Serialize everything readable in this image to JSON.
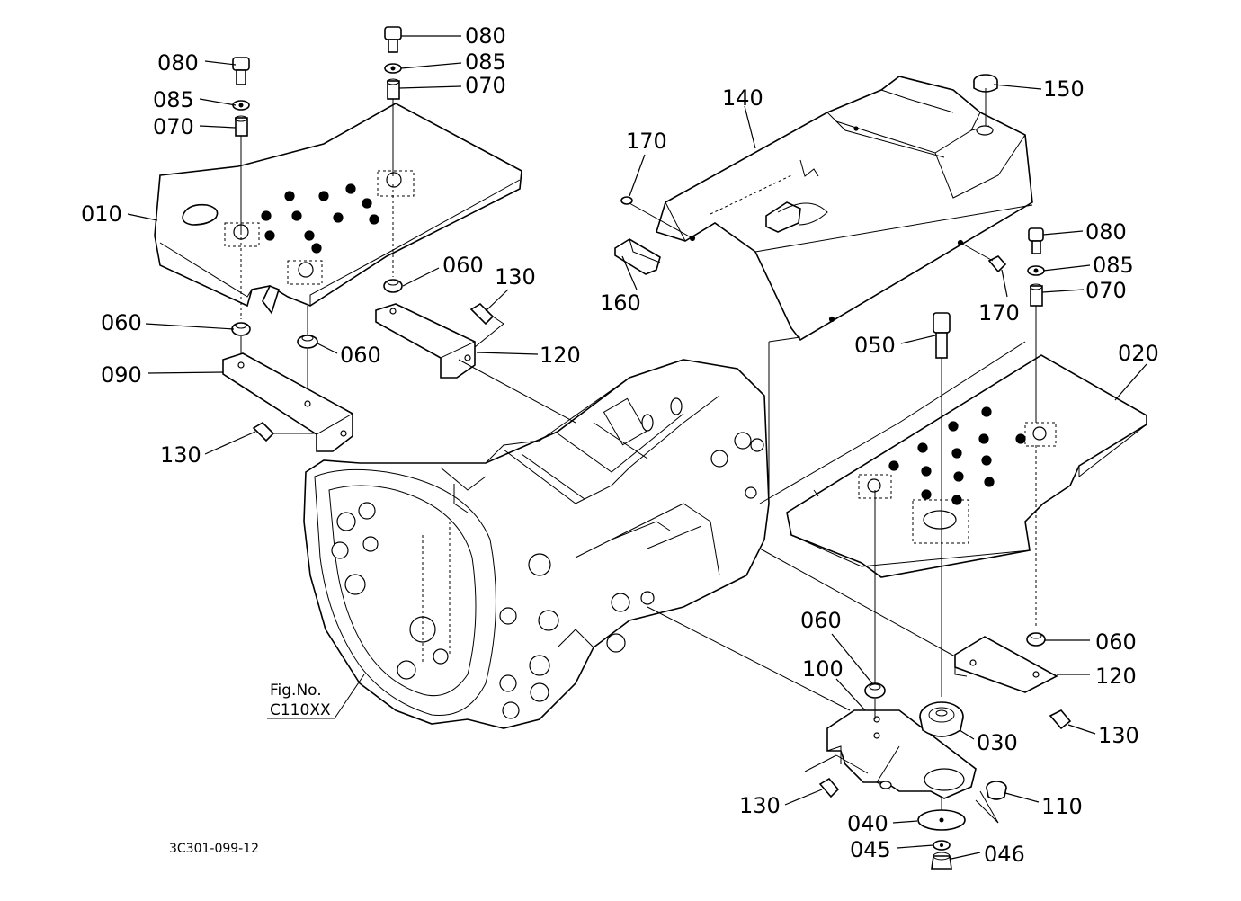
{
  "callouts": [
    {
      "id": "c-080-a",
      "text": "080"
    },
    {
      "id": "c-085-a",
      "text": "085"
    },
    {
      "id": "c-070-a",
      "text": "070"
    },
    {
      "id": "c-080-b",
      "text": "080"
    },
    {
      "id": "c-085-b",
      "text": "085"
    },
    {
      "id": "c-070-b",
      "text": "070"
    },
    {
      "id": "c-010",
      "text": "010"
    },
    {
      "id": "c-060-a",
      "text": "060"
    },
    {
      "id": "c-130-a",
      "text": "130"
    },
    {
      "id": "c-060-b",
      "text": "060"
    },
    {
      "id": "c-060-c",
      "text": "060"
    },
    {
      "id": "c-120-a",
      "text": "120"
    },
    {
      "id": "c-090",
      "text": "090"
    },
    {
      "id": "c-130-b",
      "text": "130"
    },
    {
      "id": "c-140",
      "text": "140"
    },
    {
      "id": "c-150",
      "text": "150"
    },
    {
      "id": "c-170-a",
      "text": "170"
    },
    {
      "id": "c-160",
      "text": "160"
    },
    {
      "id": "c-170-b",
      "text": "170"
    },
    {
      "id": "c-080-c",
      "text": "080"
    },
    {
      "id": "c-085-c",
      "text": "085"
    },
    {
      "id": "c-070-c",
      "text": "070"
    },
    {
      "id": "c-050",
      "text": "050"
    },
    {
      "id": "c-020",
      "text": "020"
    },
    {
      "id": "c-060-d",
      "text": "060"
    },
    {
      "id": "c-060-e",
      "text": "060"
    },
    {
      "id": "c-100",
      "text": "100"
    },
    {
      "id": "c-120-b",
      "text": "120"
    },
    {
      "id": "c-030",
      "text": "030"
    },
    {
      "id": "c-130-c",
      "text": "130"
    },
    {
      "id": "c-130-d",
      "text": "130"
    },
    {
      "id": "c-110",
      "text": "110"
    },
    {
      "id": "c-040",
      "text": "040"
    },
    {
      "id": "c-045",
      "text": "045"
    },
    {
      "id": "c-046",
      "text": "046"
    }
  ],
  "figure_ref": {
    "label": "Fig.No.",
    "number": "C110XX"
  },
  "drawing_code": "3C301-099-12"
}
